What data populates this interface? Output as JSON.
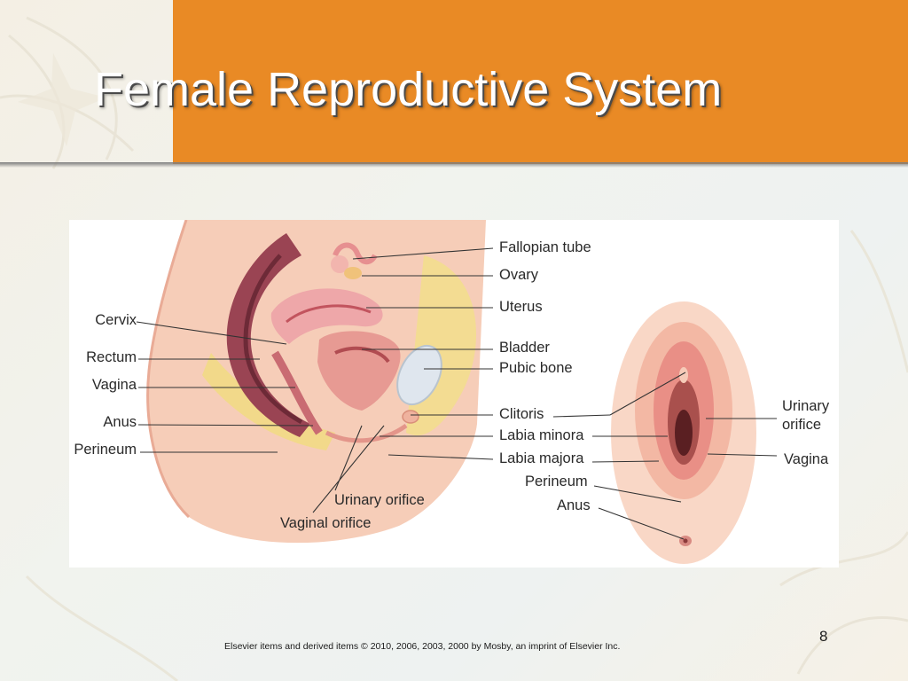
{
  "slide": {
    "title": "Female Reproductive System",
    "footer": "Elsevier items and derived items © 2010, 2006, 2003, 2000 by Mosby, an imprint of Elsevier Inc.",
    "page_number": "8"
  },
  "colors": {
    "banner": "#e98a25",
    "title_text": "#ffffff",
    "label_text": "#2a2a2a",
    "leader_line": "#333333"
  },
  "sagittal_view": {
    "left_labels": {
      "cervix": "Cervix",
      "rectum": "Rectum",
      "vagina": "Vagina",
      "anus": "Anus",
      "perineum": "Perineum"
    },
    "right_labels": {
      "fallopian_tube": "Fallopian tube",
      "ovary": "Ovary",
      "uterus": "Uterus",
      "bladder": "Bladder",
      "pubic_bone": "Pubic bone"
    },
    "bottom_labels": {
      "urinary_orifice": "Urinary orifice",
      "vaginal_orifice": "Vaginal orifice"
    }
  },
  "middle_labels": {
    "clitoris": "Clitoris",
    "labia_minora": "Labia minora",
    "labia_majora": "Labia majora",
    "perineum": "Perineum",
    "anus": "Anus"
  },
  "external_view": {
    "urinary_orifice_line1": "Urinary",
    "urinary_orifice_line2": "orifice",
    "vagina": "Vagina"
  }
}
